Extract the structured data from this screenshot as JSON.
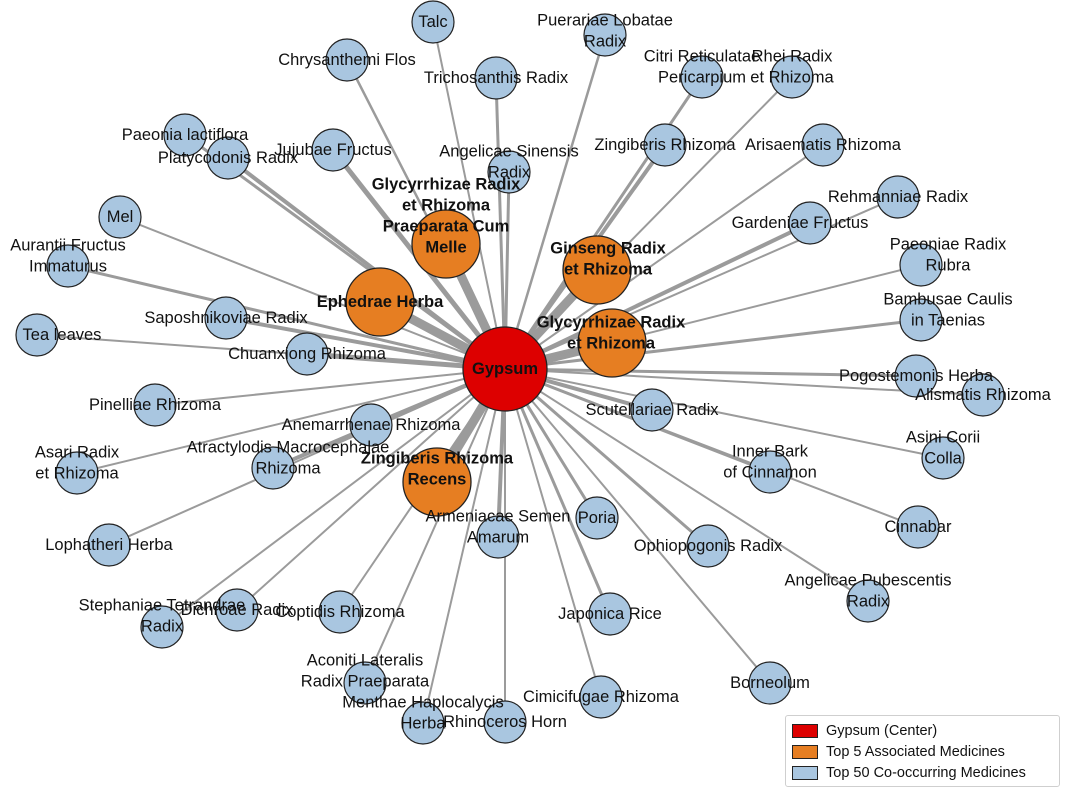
{
  "center": {
    "id": "gypsum",
    "label": "Gypsum"
  },
  "top5": [
    {
      "id": "ephedrae",
      "label": "Ephedrae Herba"
    },
    {
      "id": "glyc_prep",
      "label": "Glycyrrhizae Radix\net Rhizoma\nPraeparata Cum\nMelle"
    },
    {
      "id": "ginseng",
      "label": "Ginseng Radix\net Rhizoma"
    },
    {
      "id": "glyc",
      "label": "Glycyrrhizae Radix\net Rhizoma"
    },
    {
      "id": "zing_rec",
      "label": "Zingiberis Rhizoma\nRecens"
    }
  ],
  "others": [
    {
      "id": "talc",
      "label": "Talc"
    },
    {
      "id": "puer",
      "label": "Puerariae Lobatae\nRadix"
    },
    {
      "id": "chrys",
      "label": "Chrysanthemi Flos"
    },
    {
      "id": "trich",
      "label": "Trichosanthis Radix"
    },
    {
      "id": "citri",
      "label": "Citri Reticulatae\nPericarpium"
    },
    {
      "id": "rhei",
      "label": "Rhei Radix\net Rhizoma"
    },
    {
      "id": "paeo_l",
      "label": "Paeonia lactiflora"
    },
    {
      "id": "platy",
      "label": "Platycodonis Radix"
    },
    {
      "id": "jujub",
      "label": "Jujubae Fructus"
    },
    {
      "id": "angel_s",
      "label": "Angelicae Sinensis\nRadix"
    },
    {
      "id": "zing",
      "label": "Zingiberis Rhizoma"
    },
    {
      "id": "arisa",
      "label": "Arisaematis Rhizoma"
    },
    {
      "id": "mel",
      "label": "Mel"
    },
    {
      "id": "rehm",
      "label": "Rehmanniae Radix"
    },
    {
      "id": "gard",
      "label": "Gardeniae Fructus"
    },
    {
      "id": "aurant",
      "label": "Aurantii Fructus\nImmaturus"
    },
    {
      "id": "paeo_r",
      "label": "Paeoniae Radix\nRubra"
    },
    {
      "id": "saposh",
      "label": "Saposhnikoviae Radix"
    },
    {
      "id": "bamb",
      "label": "Bambusae Caulis\nin Taenias"
    },
    {
      "id": "tea",
      "label": "Tea leaves"
    },
    {
      "id": "chuan",
      "label": "Chuanxiong Rhizoma"
    },
    {
      "id": "pogo",
      "label": "Pogostemonis Herba"
    },
    {
      "id": "alism",
      "label": "Alismatis Rhizoma"
    },
    {
      "id": "pinel",
      "label": "Pinelliae Rhizoma"
    },
    {
      "id": "scut",
      "label": "Scutellariae Radix"
    },
    {
      "id": "anem",
      "label": "Anemarrhenae Rhizoma"
    },
    {
      "id": "asari",
      "label": "Asari Radix\net Rhizoma"
    },
    {
      "id": "atrac",
      "label": "Atractylodis Macrocephalae\nRhizoma"
    },
    {
      "id": "asini",
      "label": "Asini Corii\nColla"
    },
    {
      "id": "cinnb",
      "label": "Inner Bark\nof Cinnamon"
    },
    {
      "id": "cinnabar",
      "label": "Cinnabar"
    },
    {
      "id": "loph",
      "label": "Lophatheri Herba"
    },
    {
      "id": "armen",
      "label": "Armeniacae Semen\nAmarum"
    },
    {
      "id": "poria",
      "label": "Poria"
    },
    {
      "id": "ophio",
      "label": "Ophiopogonis Radix"
    },
    {
      "id": "steph",
      "label": "Stephaniae Tetrandrae\nRadix"
    },
    {
      "id": "dichr",
      "label": "Dichroae Radix"
    },
    {
      "id": "coptid",
      "label": "Coptidis Rhizoma"
    },
    {
      "id": "japon",
      "label": "Japonica Rice"
    },
    {
      "id": "angel_p",
      "label": "Angelicae Pubescentis\nRadix"
    },
    {
      "id": "aconit",
      "label": "Aconiti Lateralis\nRadix Praeparata"
    },
    {
      "id": "cimic",
      "label": "Cimicifugae Rhizoma"
    },
    {
      "id": "borneo",
      "label": "Borneolum"
    },
    {
      "id": "menth",
      "label": "Menthae Haplocalycis\nHerba"
    },
    {
      "id": "rhino",
      "label": "Rhinoceros Horn"
    }
  ],
  "legend": [
    {
      "label": "Gypsum (Center)",
      "color": "#dd0000"
    },
    {
      "label": "Top 5 Associated Medicines",
      "color": "#e67e22"
    },
    {
      "label": "Top 50 Co-occurring Medicines",
      "color": "#a9c6e0"
    }
  ]
}
